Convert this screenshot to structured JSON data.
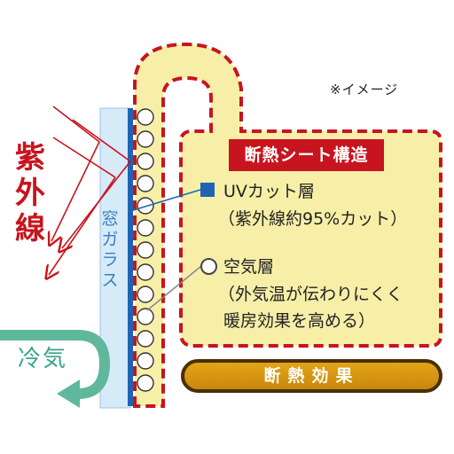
{
  "image_note": "※イメージ",
  "uv_label": "紫外線",
  "window_glass": "窓ガラス",
  "cold_air": "冷気",
  "title": "断熱シート構造",
  "uv_layer": {
    "name": "UVカット層",
    "description": "（紫外線約95%カット）",
    "color": "#1f64b4"
  },
  "air_layer": {
    "name": "空気層",
    "description_line1": "（外気温が伝わりにくく",
    "description_line2": "暖房効果を高める）"
  },
  "effect": "断熱効果",
  "colors": {
    "sheet_fill": "#f7efa8",
    "dashed_border": "#c8141e",
    "glass": "#d6eaf8",
    "cold_arrow": "#5fb89b",
    "effect_bar": "#e4a417"
  }
}
